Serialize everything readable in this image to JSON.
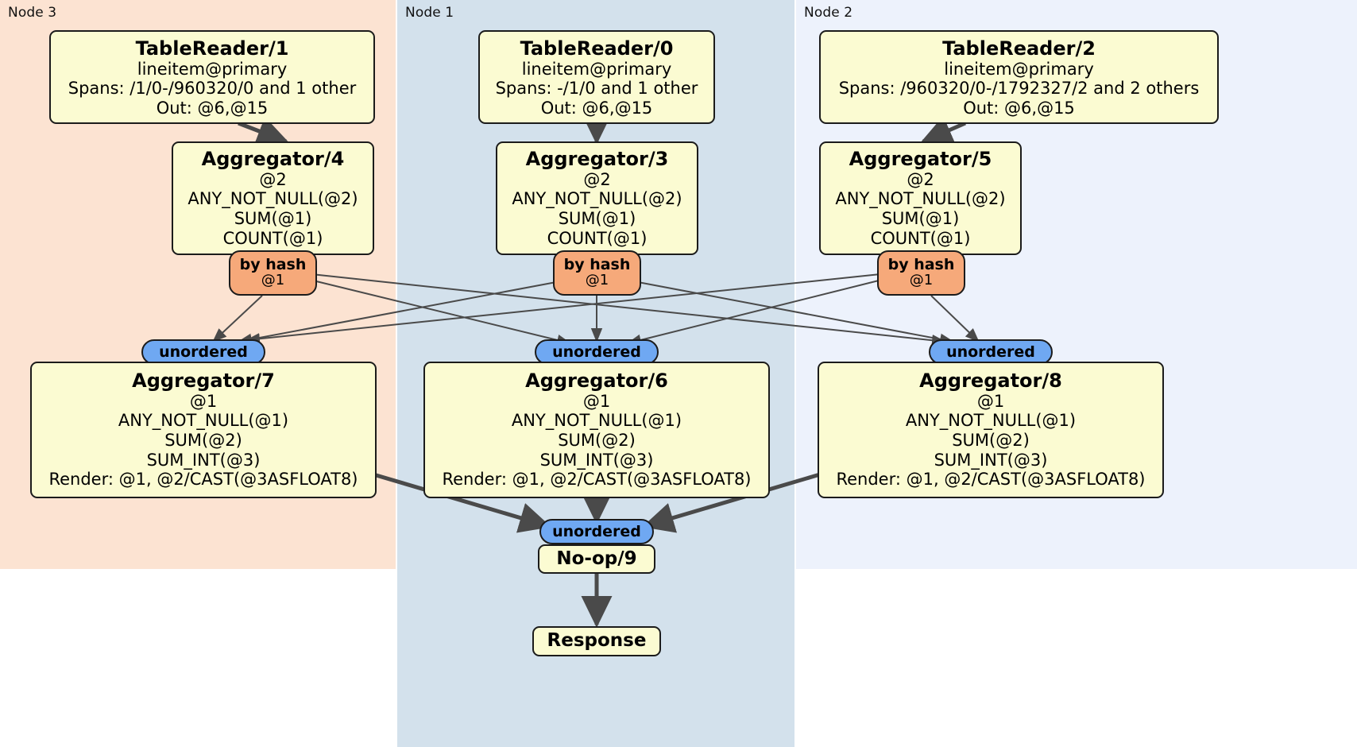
{
  "diagram": {
    "type": "distributed-query-plan",
    "colors": {
      "node3_panel": "#FCE3D2",
      "node1_panel": "#D3E1EC",
      "node2_panel": "#EDF2FC",
      "processor_box": "#FBFBD2",
      "hash_badge": "#F6A97A",
      "unordered_badge": "#6FA8F2",
      "edge": "#4a4a4a",
      "border": "#1b1b1b"
    }
  },
  "panels": [
    {
      "id": "node3",
      "label": "Node 3"
    },
    {
      "id": "node1",
      "label": "Node 1"
    },
    {
      "id": "node2",
      "label": "Node 2"
    }
  ],
  "processors": {
    "tablereader_1": {
      "title": "TableReader/1",
      "lines": [
        "lineitem@primary",
        "Spans: /1/0-/960320/0 and 1 other",
        "Out: @6,@15"
      ]
    },
    "tablereader_0": {
      "title": "TableReader/0",
      "lines": [
        "lineitem@primary",
        "Spans: -/1/0 and 1 other",
        "Out: @6,@15"
      ]
    },
    "tablereader_2": {
      "title": "TableReader/2",
      "lines": [
        "lineitem@primary",
        "Spans: /960320/0-/1792327/2 and 2 others",
        "Out: @6,@15"
      ]
    },
    "aggregator_4": {
      "title": "Aggregator/4",
      "lines": [
        "@2",
        "ANY_NOT_NULL(@2)",
        "SUM(@1)",
        "COUNT(@1)"
      ]
    },
    "aggregator_3": {
      "title": "Aggregator/3",
      "lines": [
        "@2",
        "ANY_NOT_NULL(@2)",
        "SUM(@1)",
        "COUNT(@1)"
      ]
    },
    "aggregator_5": {
      "title": "Aggregator/5",
      "lines": [
        "@2",
        "ANY_NOT_NULL(@2)",
        "SUM(@1)",
        "COUNT(@1)"
      ]
    },
    "aggregator_7": {
      "title": "Aggregator/7",
      "lines": [
        "@1",
        "ANY_NOT_NULL(@1)",
        "SUM(@2)",
        "SUM_INT(@3)",
        "Render: @1, @2/CAST(@3ASFLOAT8)"
      ]
    },
    "aggregator_6": {
      "title": "Aggregator/6",
      "lines": [
        "@1",
        "ANY_NOT_NULL(@1)",
        "SUM(@2)",
        "SUM_INT(@3)",
        "Render: @1, @2/CAST(@3ASFLOAT8)"
      ]
    },
    "aggregator_8": {
      "title": "Aggregator/8",
      "lines": [
        "@1",
        "ANY_NOT_NULL(@1)",
        "SUM(@2)",
        "SUM_INT(@3)",
        "Render: @1, @2/CAST(@3ASFLOAT8)"
      ]
    },
    "noop_9": {
      "title": "No-op/9",
      "lines": []
    },
    "response": {
      "title": "Response",
      "lines": []
    }
  },
  "badges": {
    "hash_left": {
      "title": "by hash",
      "sub": "@1"
    },
    "hash_mid": {
      "title": "by hash",
      "sub": "@1"
    },
    "hash_right": {
      "title": "by hash",
      "sub": "@1"
    },
    "unordered_left": {
      "title": "unordered"
    },
    "unordered_mid": {
      "title": "unordered"
    },
    "unordered_right": {
      "title": "unordered"
    },
    "unordered_final": {
      "title": "unordered"
    }
  }
}
